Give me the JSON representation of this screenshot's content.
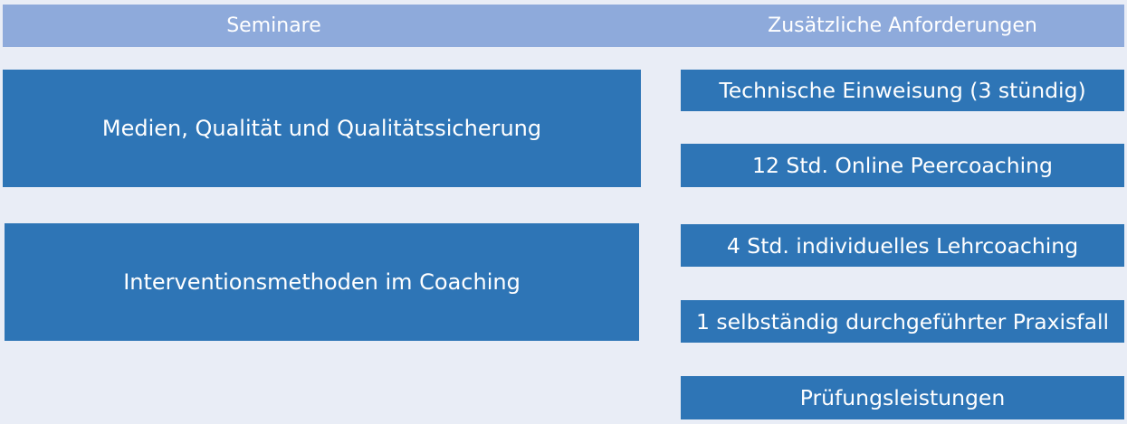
{
  "header": {
    "left": "Seminare",
    "right": "Zusätzliche Anforderungen"
  },
  "seminars": [
    "Medien, Qualität und Qualitätssicherung",
    "Interventionsmethoden im Coaching"
  ],
  "requirements": [
    "Technische Einweisung (3 stündig)",
    "12 Std. Online Peercoaching",
    "4 Std. individuelles Lehrcoaching",
    "1 selbständig durchgeführter Praxisfall",
    "Prüfungsleistungen"
  ],
  "colors": {
    "background": "#e9edf6",
    "header": "#8eaadb",
    "box": "#2e75b6",
    "text": "#ffffff"
  }
}
